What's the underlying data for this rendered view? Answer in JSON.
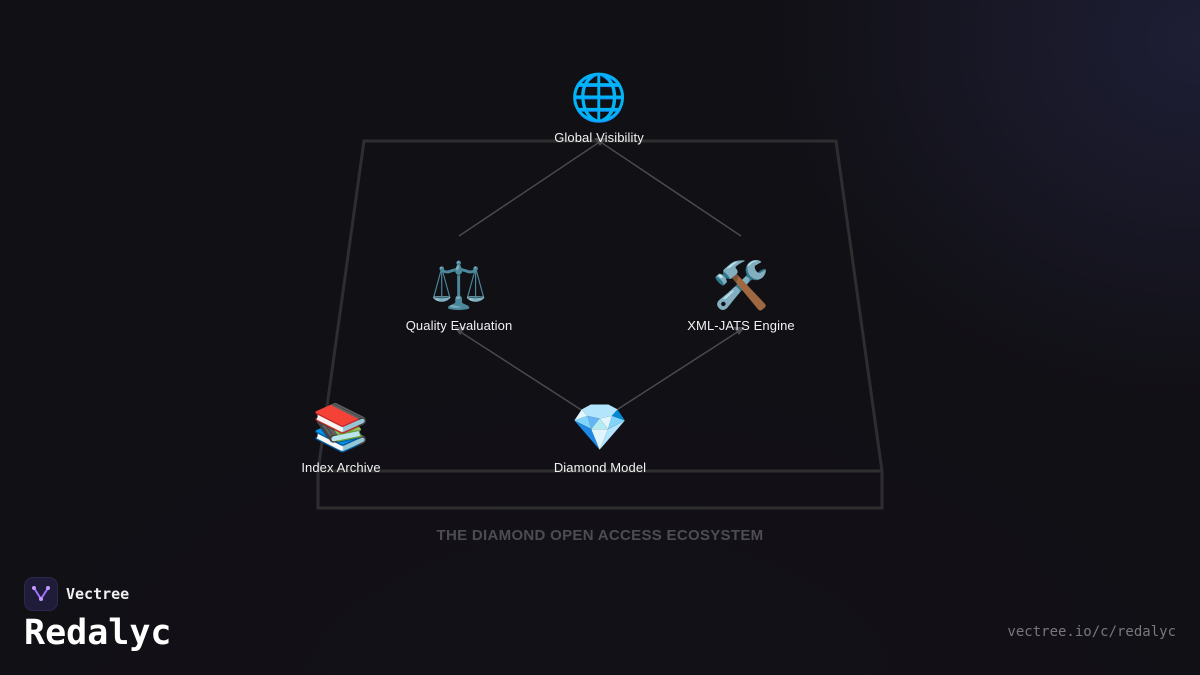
{
  "diagram": {
    "caption": "THE DIAMOND OPEN ACCESS ECOSYSTEM",
    "nodes": {
      "global": {
        "label": "Global Visibility",
        "icon": "globe-icon",
        "glyph": "🌐"
      },
      "quality": {
        "label": "Quality Evaluation",
        "icon": "scales-icon",
        "glyph": "⚖️"
      },
      "xml": {
        "label": "XML-JATS Engine",
        "icon": "hammer-wrench-icon",
        "glyph": "🛠️"
      },
      "index": {
        "label": "Index Archive",
        "icon": "books-icon",
        "glyph": "📚"
      },
      "diamond": {
        "label": "Diamond Model",
        "icon": "gem-icon",
        "glyph": "💎"
      }
    },
    "colors": {
      "background": "#111015",
      "frame": "#2e2e30",
      "connector": "#4a4a4e",
      "caption": "#4c4c52"
    }
  },
  "brand": {
    "name": "Vectree",
    "logo_icon": "vectree-logo-icon",
    "accent": "#a070ff"
  },
  "footer": {
    "title": "Redalyc",
    "url": "vectree.io/c/redalyc"
  }
}
